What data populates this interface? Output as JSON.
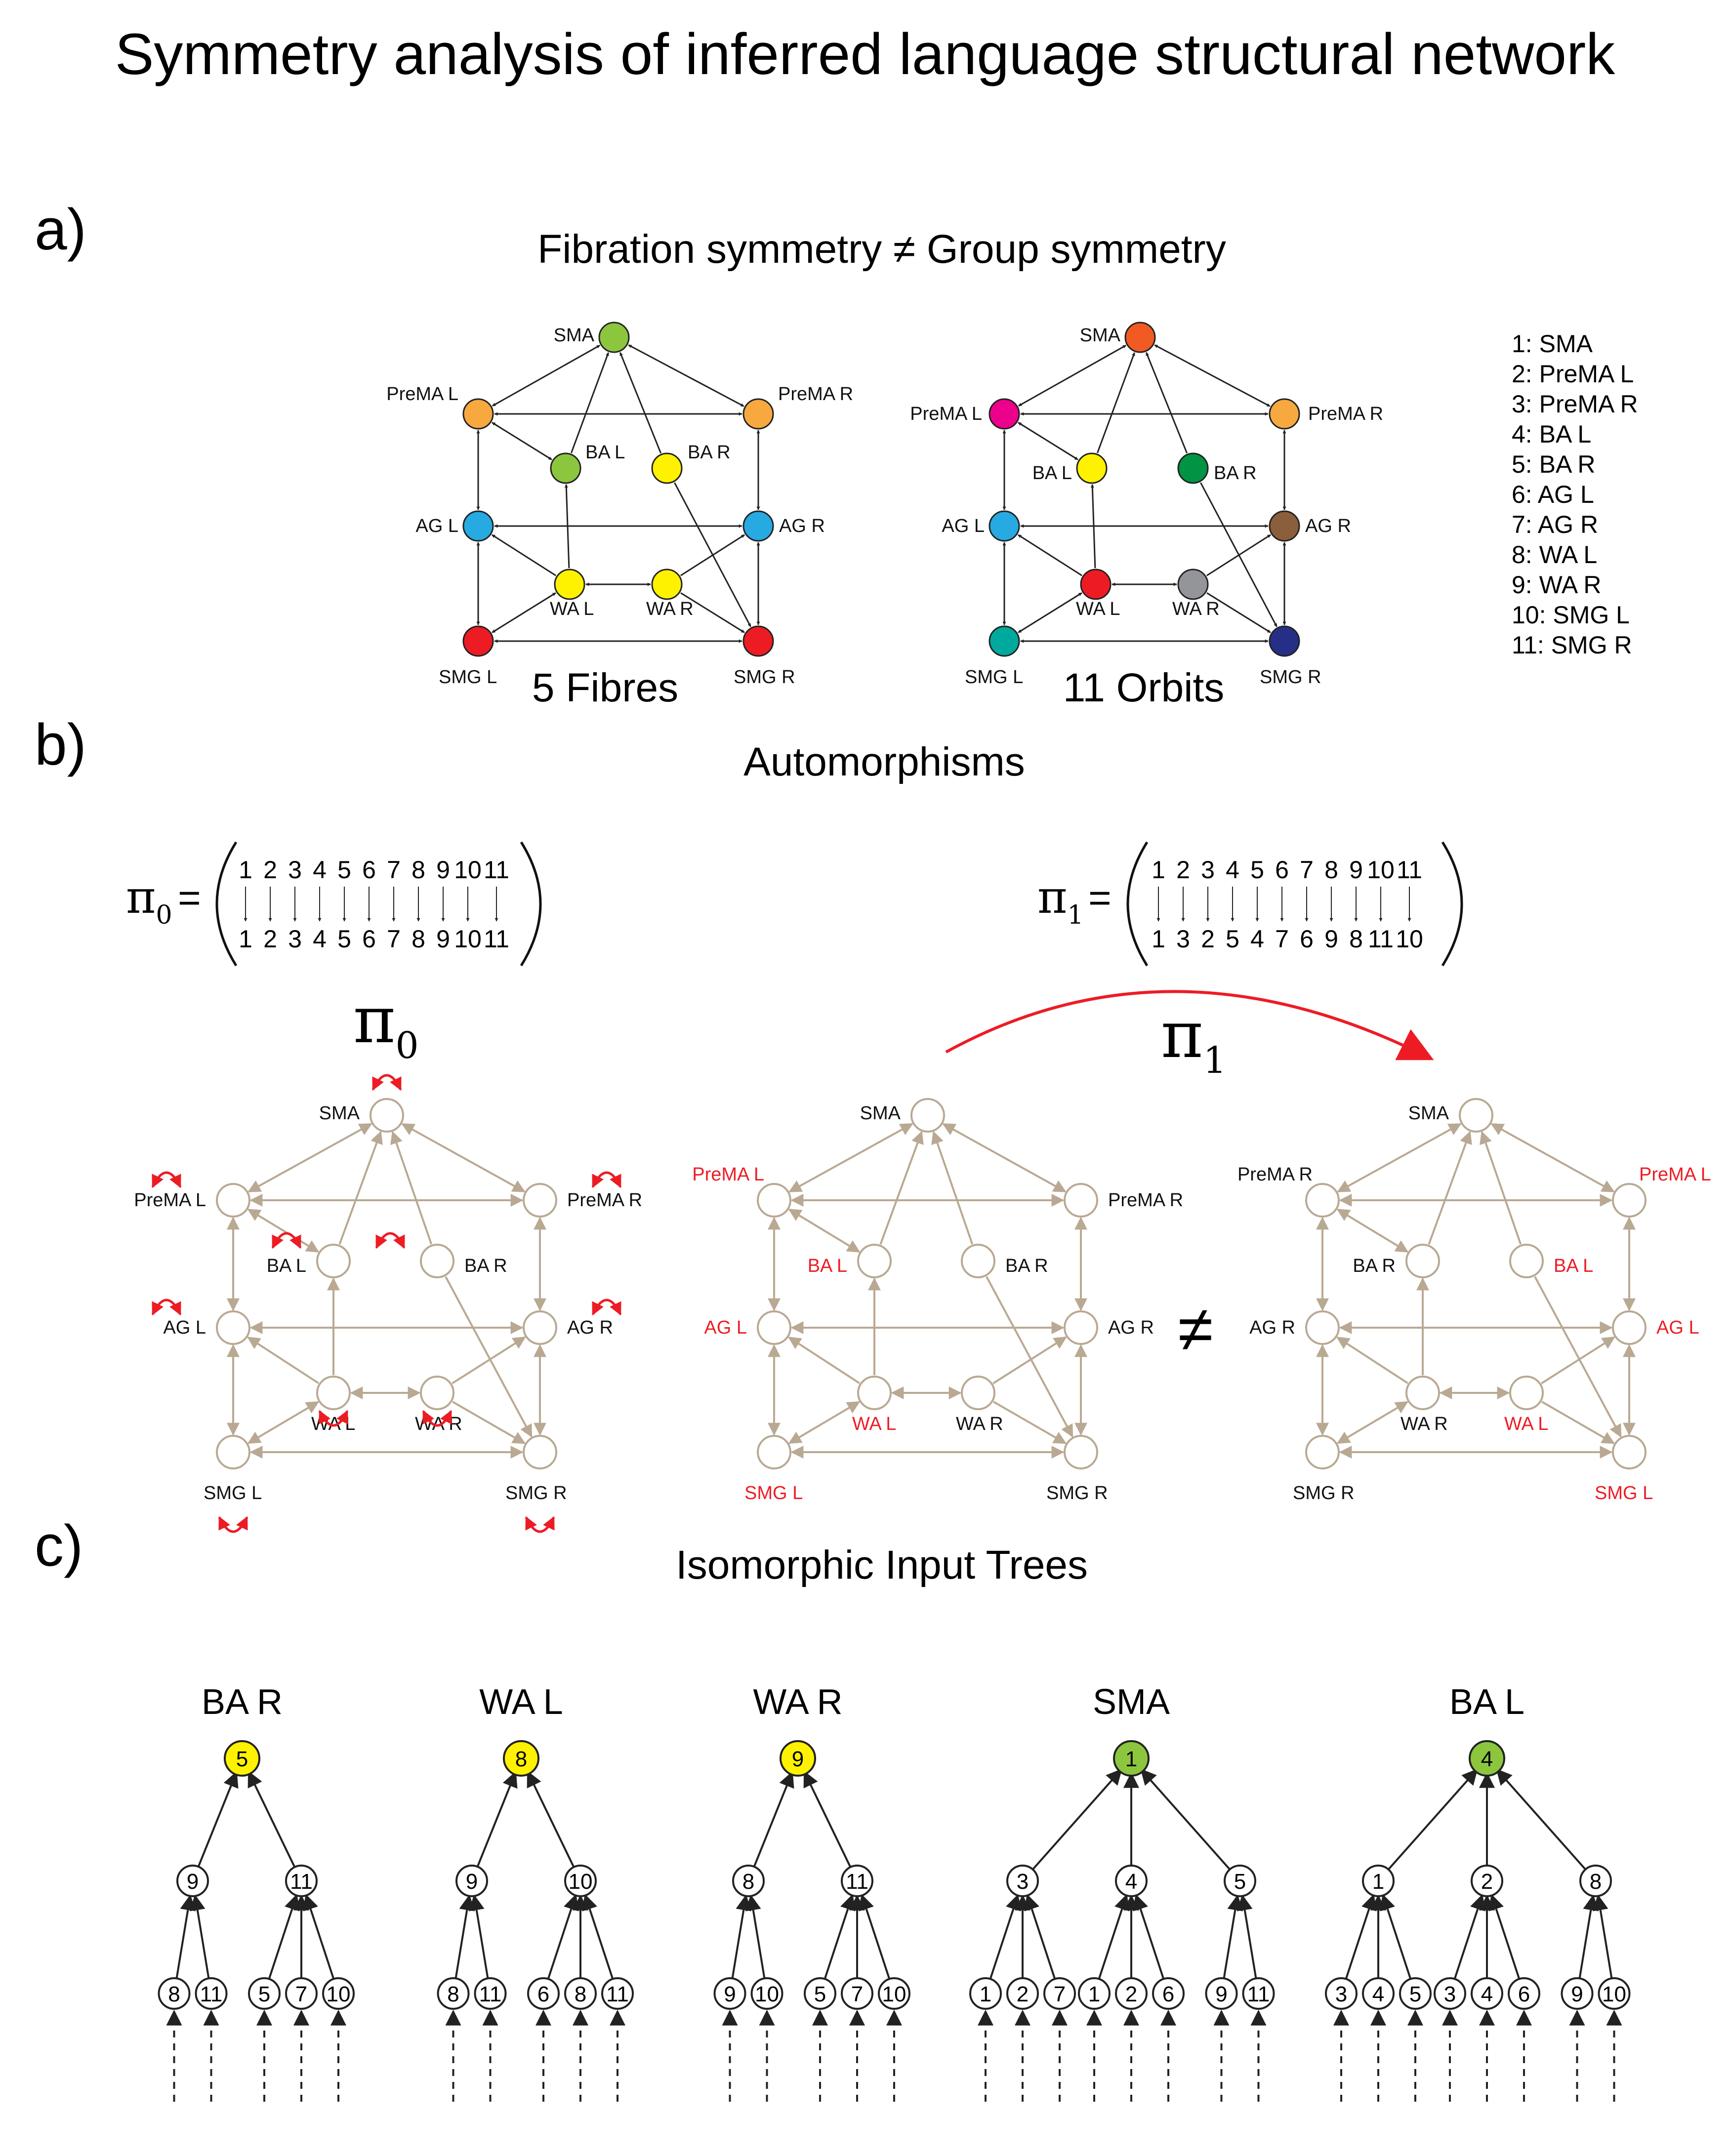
{
  "title": "Symmetry analysis of inferred language structural network",
  "panel_a": {
    "letter": "a)",
    "heading": "Fibration symmetry ≠ Group symmetry",
    "fibres_caption": "5 Fibres",
    "orbits_caption": "11 Orbits",
    "nodes": {
      "sma": "SMA",
      "premal": "PreMA L",
      "premar": "PreMA R",
      "bal": "BA L",
      "bar": "BA R",
      "agl": "AG L",
      "agr": "AG R",
      "wal": "WA L",
      "war": "WA R",
      "smgl": "SMG L",
      "smgr": "SMG R"
    },
    "fibre_colors": {
      "sma": "#8cc63f",
      "premal": "#f7a940",
      "premar": "#f7a940",
      "bal": "#8cc63f",
      "bar": "#fff200",
      "agl": "#27aae1",
      "agr": "#27aae1",
      "wal": "#fff200",
      "war": "#fff200",
      "smgl": "#ed1c24",
      "smgr": "#ed1c24"
    },
    "orbit_colors": {
      "sma": "#f15a22",
      "premal": "#ec008c",
      "premar": "#f7a940",
      "bal": "#fff200",
      "bar": "#009444",
      "agl": "#27aae1",
      "agr": "#8b5e3c",
      "wal": "#ed1c24",
      "war": "#939598",
      "smgl": "#00a99d",
      "smgr": "#262f87"
    },
    "legend": [
      "1: SMA",
      "2: PreMA L",
      "3: PreMA R",
      "4: BA L",
      "5: BA R",
      "6: AG L",
      "7: AG R",
      "8: WA L",
      "9: WA R",
      "10: SMG L",
      "11: SMG R"
    ]
  },
  "panel_b": {
    "letter": "b)",
    "heading": "Automorphisms",
    "pi0_label": "π",
    "pi0_sub": "0",
    "pi1_label": "π",
    "pi1_sub": "1",
    "equals": "=",
    "not_equal": "≠",
    "perm_top": [
      "1",
      "2",
      "3",
      "4",
      "5",
      "6",
      "7",
      "8",
      "9",
      "10",
      "11"
    ],
    "pi0_bottom": [
      "1",
      "2",
      "3",
      "4",
      "5",
      "6",
      "7",
      "8",
      "9",
      "10",
      "11"
    ],
    "pi1_bottom": [
      "1",
      "3",
      "2",
      "5",
      "4",
      "7",
      "6",
      "9",
      "8",
      "11",
      "10"
    ],
    "permuted_labels": {
      "sma": "SMA",
      "premal": "PreMA R",
      "premar": "PreMA L",
      "bal": "BA R",
      "bar": "BA L",
      "agl": "AG R",
      "agr": "AG L",
      "wal": "WA R",
      "war": "WA L",
      "smgl": "SMG R",
      "smgr": "SMG L"
    },
    "highlight_color": "#ed1c24",
    "edge_color": "#b9a993"
  },
  "panel_c": {
    "letter": "c)",
    "heading": "Isomorphic Input Trees",
    "trees": [
      {
        "label": "BA R",
        "root": "5",
        "root_color": "#fff200",
        "children": [
          {
            "n": "9",
            "leaves": [
              "8",
              "11"
            ]
          },
          {
            "n": "11",
            "leaves": [
              "5",
              "7",
              "10"
            ]
          }
        ]
      },
      {
        "label": "WA L",
        "root": "8",
        "root_color": "#fff200",
        "children": [
          {
            "n": "9",
            "leaves": [
              "8",
              "11"
            ]
          },
          {
            "n": "10",
            "leaves": [
              "6",
              "8",
              "11"
            ]
          }
        ]
      },
      {
        "label": "WA R",
        "root": "9",
        "root_color": "#fff200",
        "children": [
          {
            "n": "8",
            "leaves": [
              "9",
              "10"
            ]
          },
          {
            "n": "11",
            "leaves": [
              "5",
              "7",
              "10"
            ]
          }
        ]
      },
      {
        "label": "SMA",
        "root": "1",
        "root_color": "#8cc63f",
        "children": [
          {
            "n": "3",
            "leaves": [
              "1",
              "2",
              "7"
            ]
          },
          {
            "n": "4",
            "leaves": [
              "1",
              "2",
              "6"
            ]
          },
          {
            "n": "5",
            "leaves": [
              "9",
              "11"
            ]
          }
        ]
      },
      {
        "label": "BA L",
        "root": "4",
        "root_color": "#8cc63f",
        "children": [
          {
            "n": "1",
            "leaves": [
              "3",
              "4",
              "5"
            ]
          },
          {
            "n": "2",
            "leaves": [
              "3",
              "4",
              "6"
            ]
          },
          {
            "n": "8",
            "leaves": [
              "9",
              "10"
            ]
          }
        ]
      }
    ]
  }
}
